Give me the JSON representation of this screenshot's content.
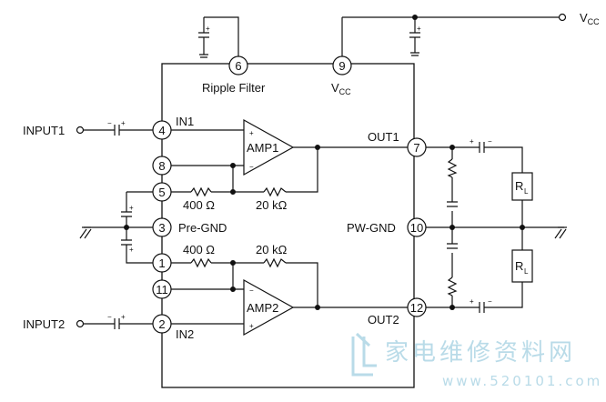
{
  "labels": {
    "vcc_supply": "V",
    "vcc_supply_sub": "CC",
    "ripple_filter": "Ripple Filter",
    "vcc_pin": "V",
    "vcc_pin_sub": "CC",
    "input1": "INPUT1",
    "input2": "INPUT2",
    "in1": "IN1",
    "in2": "IN2",
    "pre_gnd": "Pre-GND",
    "pw_gnd": "PW-GND",
    "out1": "OUT1",
    "out2": "OUT2",
    "amp1": "AMP1",
    "amp2": "AMP2",
    "r400_top": "400 Ω",
    "r20k_top": "20 kΩ",
    "r400_bottom": "400 Ω",
    "r20k_bottom": "20 kΩ",
    "rl_top": "R",
    "rl_top_sub": "L",
    "rl_bottom": "R",
    "rl_bottom_sub": "L",
    "plus": "+",
    "minus": "−"
  },
  "pins": {
    "p1": "1",
    "p2": "2",
    "p3": "3",
    "p4": "4",
    "p5": "5",
    "p6": "6",
    "p7": "7",
    "p8": "8",
    "p9": "9",
    "p10": "10",
    "p11": "11",
    "p12": "12"
  },
  "watermark": {
    "text": "家电维修资料网",
    "url": "www.520101.com"
  }
}
